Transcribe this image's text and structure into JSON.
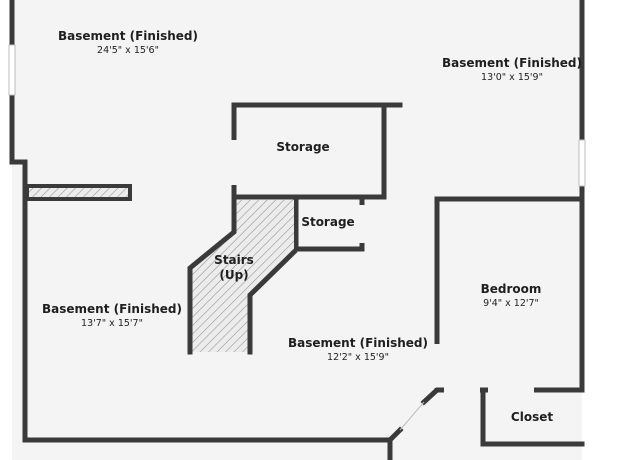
{
  "rooms": [
    {
      "name": "Basement (Finished)",
      "dims": "24'5\" x 15'6\""
    },
    {
      "name": "Basement (Finished)",
      "dims": "13'0\" x 15'9\""
    },
    {
      "name": "Storage",
      "dims": ""
    },
    {
      "name": "Storage",
      "dims": ""
    },
    {
      "name": "Stairs",
      "dims": "(Up)"
    },
    {
      "name": "Basement (Finished)",
      "dims": "13'7\" x 15'7\""
    },
    {
      "name": "Basement (Finished)",
      "dims": "12'2\" x 15'9\""
    },
    {
      "name": "Bedroom",
      "dims": "9'4\" x 12'7\""
    },
    {
      "name": "Closet",
      "dims": ""
    }
  ],
  "colors": {
    "floor": "#f4f4f4",
    "wall": "#3a3a3a",
    "text": "#1f1f1f",
    "hatch": "#9a9a9a"
  }
}
